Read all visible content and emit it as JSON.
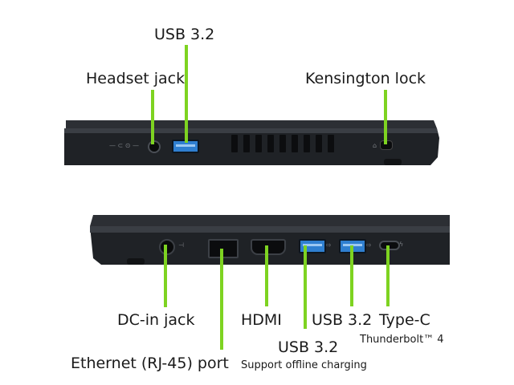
{
  "colors": {
    "leader": "#7ed321",
    "body": "#2b2e33",
    "body_dark": "#17191c",
    "usb_blue": "#2f7fd0"
  },
  "left_side": {
    "usb_label": "USB 3.2",
    "headset_label": "Headset jack",
    "kensington_label": "Kensington lock"
  },
  "right_side": {
    "dcin_label": "DC-in jack",
    "ethernet_label": "Ethernet (RJ-45) port",
    "hdmi_label": "HDMI",
    "usb_a_label": "USB 3.2",
    "usb_a_sub": "Support offline charging",
    "usb_b_label": "USB 3.2",
    "typec_label": "Type-C",
    "typec_sub": "Thunderbolt™ 4"
  },
  "icons": [
    "headset-jack-icon",
    "usb-port-icon",
    "kensington-lock-slot-icon",
    "vent-grille-icon",
    "dc-in-port-icon",
    "ethernet-port-icon",
    "hdmi-port-icon",
    "usb-c-port-icon"
  ]
}
